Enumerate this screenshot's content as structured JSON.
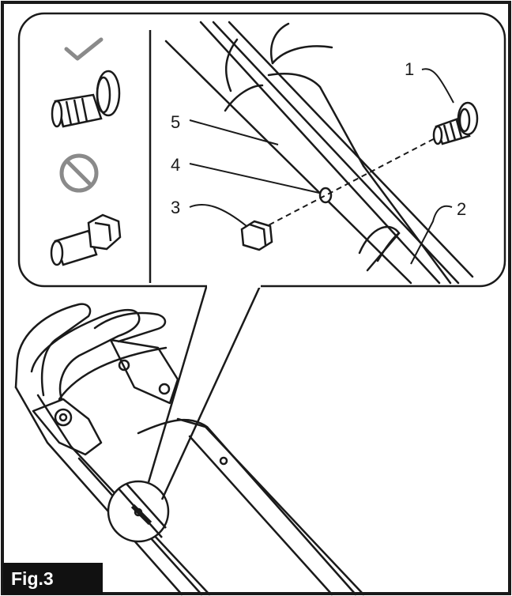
{
  "figure": {
    "tag": "Fig.3"
  },
  "callouts": [
    {
      "id": "1",
      "label": "1"
    },
    {
      "id": "2",
      "label": "2"
    },
    {
      "id": "3",
      "label": "3"
    },
    {
      "id": "4",
      "label": "4"
    },
    {
      "id": "5",
      "label": "5"
    }
  ],
  "side_panel": {
    "correct_icon": "check-mark-icon",
    "incorrect_icon": "prohibited-icon"
  },
  "colors": {
    "line": "#1a1a1a",
    "icon_gray": "#8a8a8a",
    "tag_background": "#111111",
    "tag_text": "#ffffff"
  }
}
